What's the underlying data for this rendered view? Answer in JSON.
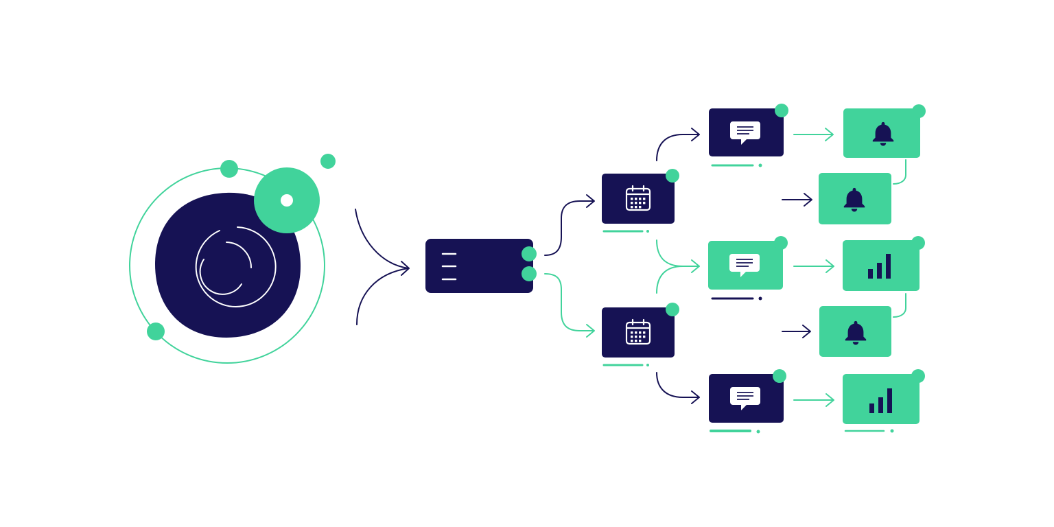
{
  "colors": {
    "navy": "#161254",
    "green": "#41d39b",
    "background": "#ffffff",
    "white": "#ffffff"
  },
  "diagram": {
    "source": {
      "icon": "spiral-orb-icon"
    },
    "hub": {
      "icon": "menu-lines-icon",
      "output_ports": 2
    },
    "schedulers": [
      {
        "id": "scheduler-top",
        "icon": "calendar-icon",
        "style": "navy"
      },
      {
        "id": "scheduler-bottom",
        "icon": "calendar-icon",
        "style": "navy"
      }
    ],
    "messages": [
      {
        "id": "message-1",
        "icon": "chat-bubble-icon",
        "style": "navy"
      },
      {
        "id": "message-2",
        "icon": "chat-bubble-icon",
        "style": "green"
      },
      {
        "id": "message-3",
        "icon": "chat-bubble-icon",
        "style": "navy"
      }
    ],
    "outputs": [
      {
        "id": "output-1",
        "icon": "bell-icon",
        "style": "green"
      },
      {
        "id": "output-2",
        "icon": "bell-icon",
        "style": "green"
      },
      {
        "id": "output-3",
        "icon": "bar-chart-icon",
        "style": "green"
      },
      {
        "id": "output-4",
        "icon": "bell-icon",
        "style": "green"
      },
      {
        "id": "output-5",
        "icon": "bar-chart-icon",
        "style": "green"
      }
    ],
    "connectors": [
      {
        "from": "source",
        "to": "hub"
      },
      {
        "from": "hub",
        "to": "scheduler-top"
      },
      {
        "from": "hub",
        "to": "scheduler-bottom"
      },
      {
        "from": "scheduler-top",
        "to": "message-1"
      },
      {
        "from": "scheduler-top",
        "to": "message-2"
      },
      {
        "from": "scheduler-bottom",
        "to": "message-2"
      },
      {
        "from": "scheduler-bottom",
        "to": "message-3"
      },
      {
        "from": "message-1",
        "to": "output-1"
      },
      {
        "from": "message-2",
        "to": "output-3"
      },
      {
        "from": "message-3",
        "to": "output-5"
      },
      {
        "from": "output-1",
        "to": "output-2"
      },
      {
        "from": "output-3",
        "to": "output-4"
      }
    ]
  }
}
